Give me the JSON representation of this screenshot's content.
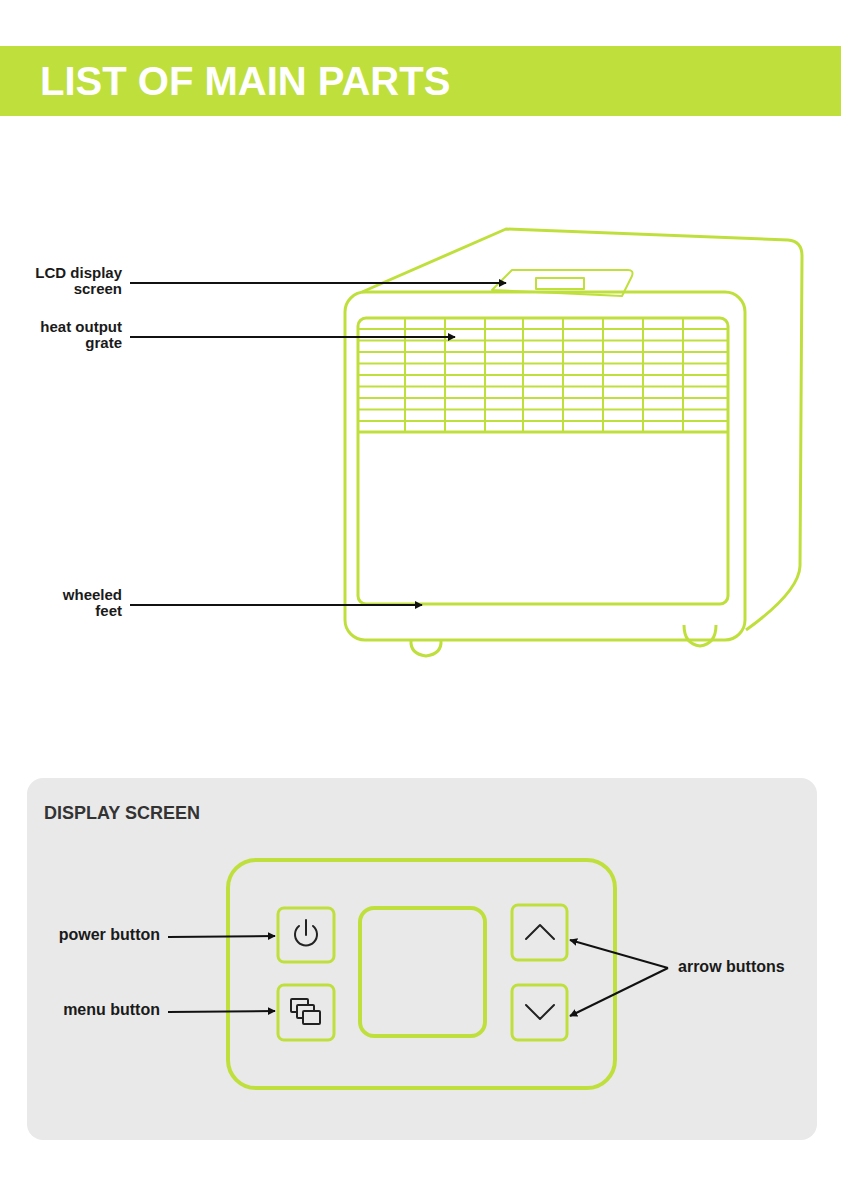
{
  "diagram": {
    "title": "LIST OF MAIN PARTS",
    "nodes": [
      {
        "text": [
          "DISPLAY SCREEN"
        ]
      }
    ],
    "labels": [
      "LCD display screen",
      "heat output grate",
      "wheeled feet",
      "power button",
      "menu button",
      "arrow buttons"
    ]
  }
}
